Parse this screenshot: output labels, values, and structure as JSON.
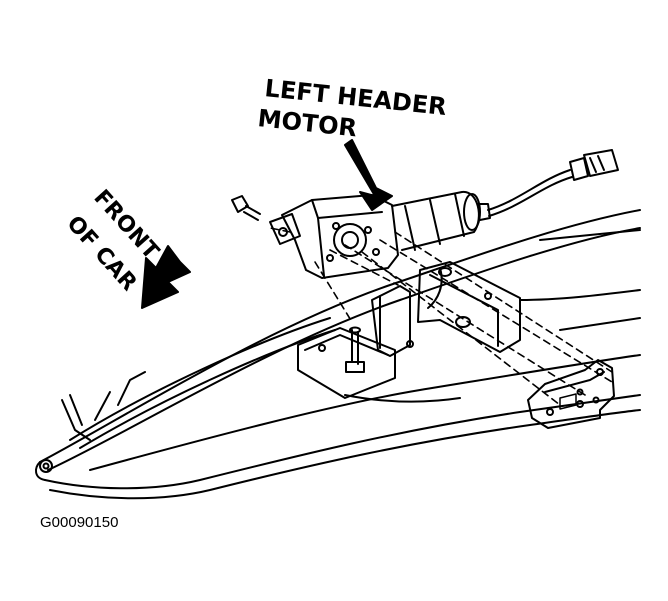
{
  "callouts": {
    "motor_line1": "LEFT HEADER",
    "motor_line2": "MOTOR",
    "direction_line1": "FRONT",
    "direction_line2": "OF CAR"
  },
  "figure_id": "G00090150",
  "colors": {
    "ink": "#000000",
    "paper": "#ffffff"
  }
}
